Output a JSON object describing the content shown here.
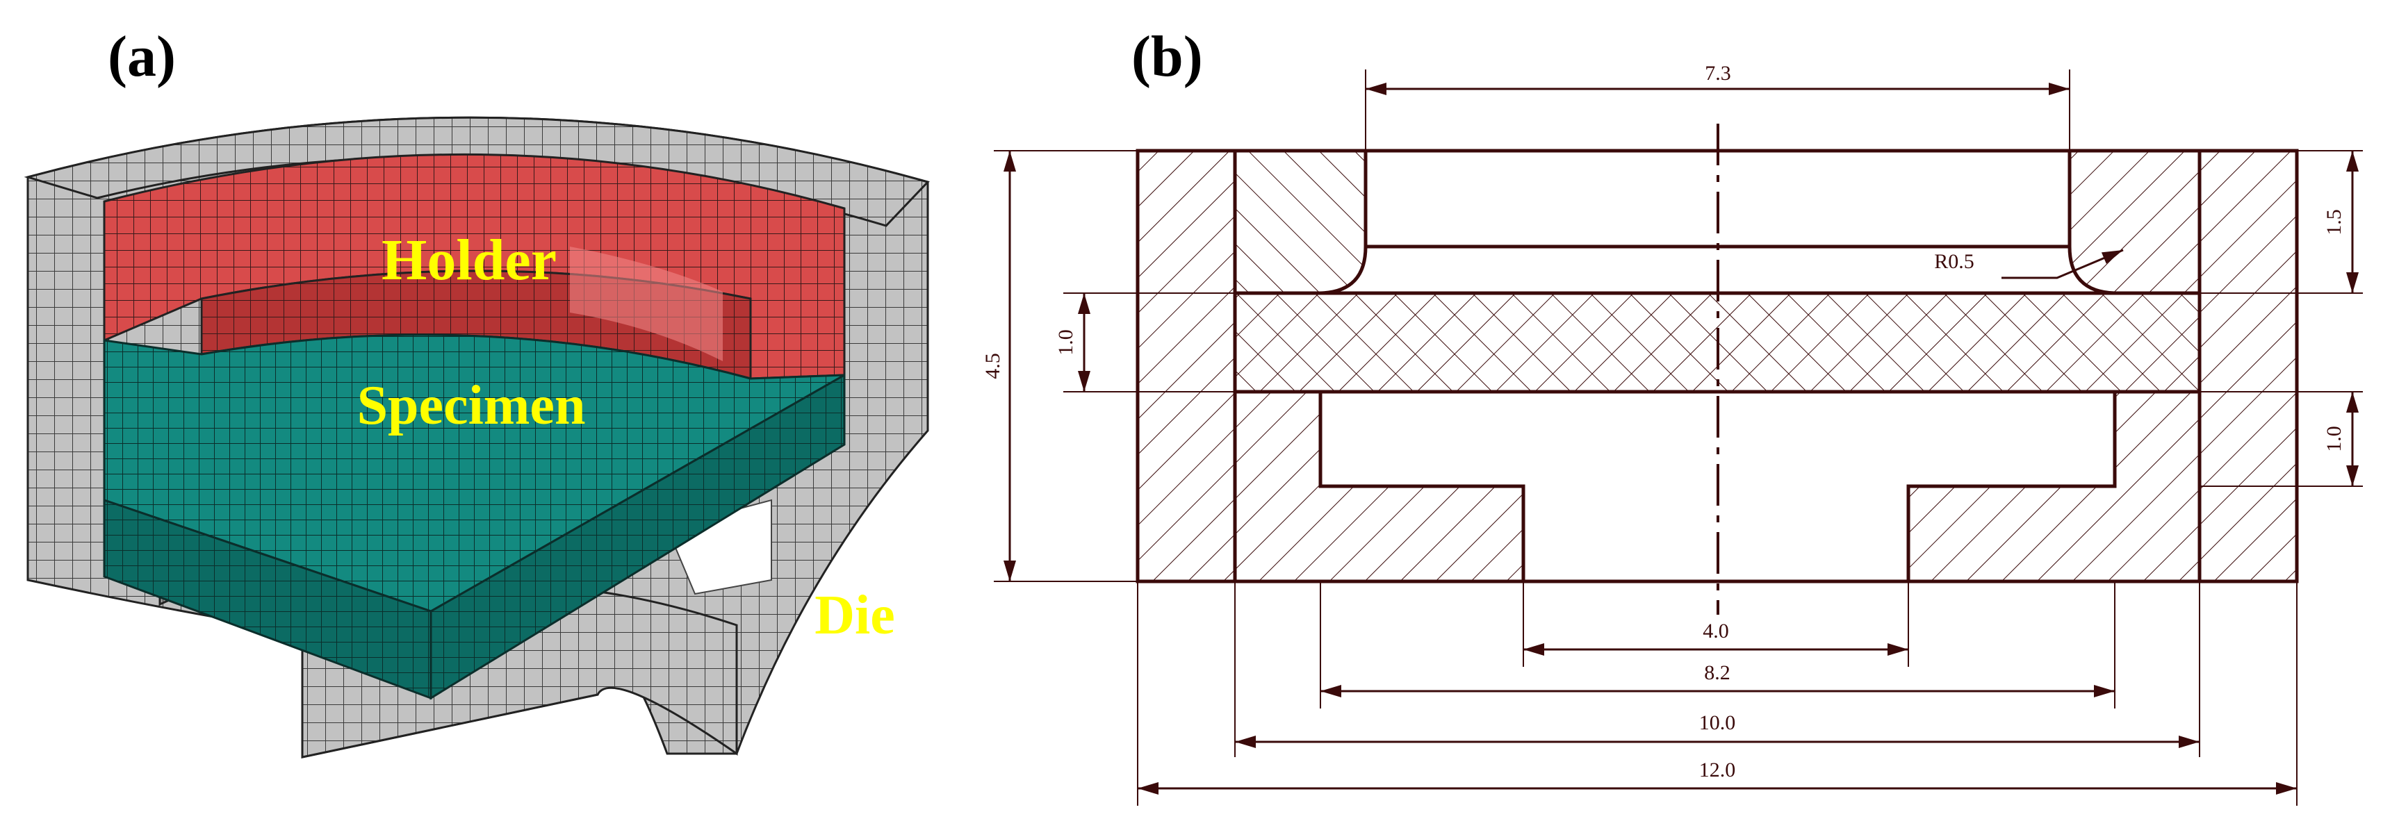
{
  "panel_a": {
    "label": "(a)",
    "parts": {
      "holder": "Holder",
      "specimen": "Specimen",
      "die": "Die"
    },
    "colors": {
      "die": "#bdbdbd",
      "holder": "#d64545",
      "specimen": "#0e7a72",
      "mesh_line": "#333333",
      "part_label": "#ffff00"
    }
  },
  "panel_b": {
    "label": "(b)",
    "dimensions": {
      "top_width": "7.3",
      "total_height": "4.5",
      "holder_height": "1.5",
      "specimen_thickness": "1.0",
      "cavity_depth": "1.0",
      "fillet_radius": "R0.5",
      "hole_width": "4.0",
      "cavity_width": "8.2",
      "inner_width": "10.0",
      "outer_width": "12.0"
    },
    "colors": {
      "outline": "#3a0a0a"
    }
  }
}
